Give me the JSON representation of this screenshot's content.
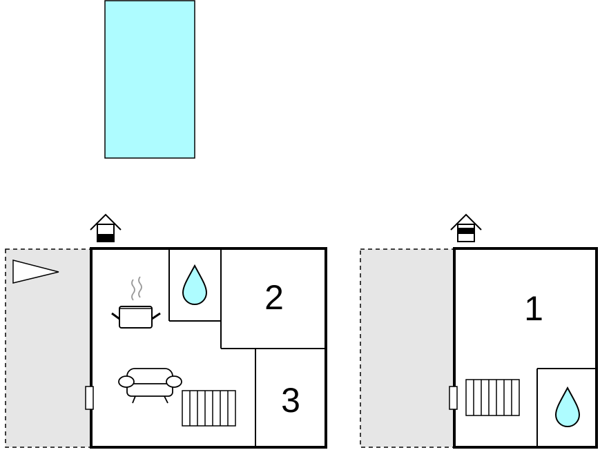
{
  "colors": {
    "pool_fill": "#aefcff",
    "water_drop_fill": "#aefcff",
    "terrace_fill": "#e6e6e6",
    "wall_stroke": "#000000",
    "steam_stroke": "#999999"
  },
  "icons": {
    "entrance": "house-entrance-icon",
    "pool": "swimming-pool-icon",
    "kitchen": "cooking-pot-icon",
    "living": "sofa-icon",
    "heating": "radiator-icon",
    "bathroom": "water-drop-icon",
    "orientation": "pennant-icon",
    "window": "window-icon"
  },
  "floor_left": {
    "room_labels": {
      "bedroom_2": "2",
      "bedroom_3": "3"
    }
  },
  "floor_right": {
    "room_labels": {
      "bedroom_1": "1"
    }
  }
}
